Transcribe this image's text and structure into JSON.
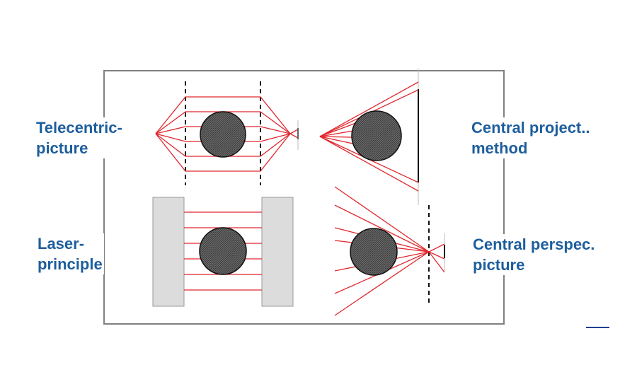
{
  "labels": {
    "telecentric": {
      "line1": "Telecentric-",
      "line2": "picture"
    },
    "central_projection": {
      "line1": "Central project..",
      "line2": "method"
    },
    "laser": {
      "line1": "Laser-",
      "line2": "principle"
    },
    "central_perspective": {
      "line1": "Central perspec.",
      "line2": "picture"
    }
  },
  "colors": {
    "label_text": "#1d5e9c",
    "ray": "#e0282e",
    "frame": "#808080",
    "object_fill": "#555555",
    "block_fill": "#dcdcdc"
  }
}
